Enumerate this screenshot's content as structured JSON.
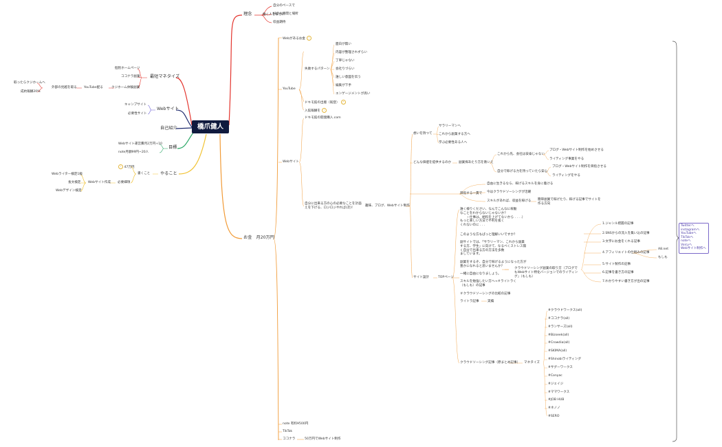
{
  "root": "橋爪健人",
  "colors": {
    "red": "#e3322b",
    "orange": "#f19a35",
    "purple": "#6b5fd6",
    "navy": "#1e2a6e",
    "green": "#2aa766",
    "yellow": "#f1c232"
  },
  "left": {
    "monetize": {
      "label": "最短マネタイズ",
      "items": [
        "個別ホームページ",
        "ココナラ副業",
        "クジホーム体験副業"
      ],
      "chain": [
        "YouTube配る",
        "外部の見越を取る"
      ],
      "tail": [
        "取ったらクジホームへ",
        "成約報酬20%"
      ]
    },
    "website": {
      "label": "Webサイト",
      "items": [
        "キャンプサイト",
        "必要性サイト"
      ]
    },
    "intro": {
      "label": "自己紹介"
    },
    "goal": {
      "label": "目標",
      "items": [
        "Webサイト運営費月2万円+10",
        "note月額99円~20人"
      ]
    },
    "todo": {
      "label": "やること",
      "items": [
        "47万円",
        "書くこと"
      ],
      "sub": "必要細項",
      "subsub": "Webサイト作成",
      "leaves": [
        "Webライター検定1級",
        "長文検定",
        "Webデザイン検定"
      ]
    }
  },
  "right": {
    "riso": {
      "label": "理念",
      "child": "働く人を幸せに",
      "leaves": [
        "自分のペースで",
        "好きな時間と場所",
        "収益期待"
      ]
    },
    "money": {
      "label": "お金　月20万円"
    },
    "top": {
      "label": "Webがあるお金"
    },
    "youtube": {
      "label": "YouTube",
      "pattern": "失敗するパターン",
      "patterns": [
        "面白が無い",
        "内容が整理されずらい",
        "丁寧じゃない",
        "会社りづらい",
        "誰しい意図を伝う",
        "編集が下手",
        "エンゲージメントが高い"
      ],
      "extra1": "ドキモ館の出版（既登）",
      "extra2": "入館報酬を"
    },
    "web": {
      "label": "Webサイト",
      "n1": "ドキモ館の開発購入.com",
      "n2": "自分に出来る方の心の必要なことを計画えを下げる、ロジロジやれば(次)！",
      "n3": "趣味、ブログ、Webサイト制作"
    },
    "mind": {
      "label": "想いを持つて",
      "items": [
        "サラリーマンへ",
        "これから副業する方へ",
        "学ぶ必要性ある人へ"
      ]
    },
    "how": {
      "label": "どんな価値を提供するのか",
      "sub": "副業探あたり方を教いえ",
      "a": "これから先、会社は安泰じゃない",
      "a1": "ブログ・Webサイト制作を始めさせる",
      "a2": "ライティング事業をやる",
      "b": "自分で稼げる力を持っていたら安心",
      "b1": "ブログ・Webサイト制作を目指させる",
      "b2": "ライティングをやる"
    },
    "voice": {
      "label": "目指する一貫で",
      "items": [
        "自由に生きるなら、稼げるスキルを身に着ける",
        "今はクラウドソーシングが活躍"
      ],
      "skill": "スキルがあれば、収益を稼げる",
      "skillres": "簡単副業で稼げたり、稼げる記事でサイトを作る方向"
    },
    "site": {
      "label": "サイト設計",
      "top": "TOPページ",
      "para1": "誰く様りください、なんでこんなに稼動\nなことをわからないじゃないか？\n　　・仕事は、給料を上げてないから . . . .）\nもっと楽しい方法で不利を抜く\nくれないのに . . .",
      "para2": "このような方もぱっと理解いいですか？",
      "para3": "副サイトでは、「サラリーマン、これから副業\nする方、学生」に向けて、なるべくストレス無\nく自分で出来る方の方法を多数\nましています。",
      "para4": "副業をするぞ、自分で稼げるようになった方が\n豊かになれると思いませんか？",
      "item1": "一緒に自由になりましょう。",
      "item2": "スキルを勉強したい方へ→＃ライトラく\n（もしも）の記事",
      "item3": "＃クラウドソーシングの比較の記事",
      "item4": "ライトラ記事",
      "item4b": "実績",
      "mid": "クラウドソーシング副業の取り方（ブログでもWebサイト特化バージョンでのライティング」（もしも）",
      "articles": [
        "1.ジャンル把握の記事",
        "2.SNSからの流入を集い込の記事",
        "3.文字にお金をくれる記事",
        "4.アフィリエイトの仕組みの記事",
        "5.サイト製作の記事",
        "6.記事を書き方の記事",
        "7.わかりやすい書き方が出の記事"
      ],
      "tail": [
        "A8.net",
        "もしも"
      ],
      "cw": "クラウドソーシング記事（原まとめ記事）",
      "cwsub": "マネタイズ",
      "services": [
        "#クラウドワークス(all)",
        "#ココナラ(all)",
        "#ランサーズ(all)",
        "#Bizseek(all)",
        "#Crowdia(all)",
        "#SKIMA(all)",
        "#Shinobiライティング",
        "#サグーワークス",
        "#Conyac",
        "#ジェイジ",
        "#ママワークス",
        "#JOB HUB",
        "#ネノノ",
        "#SERO"
      ]
    },
    "note": {
      "label": "note 有料¥500円"
    },
    "tiktok": {
      "label": "TikTok"
    },
    "coconala": {
      "label": "ココナラ",
      "sub": "50万円でWebサイト制作"
    }
  },
  "sns_box": [
    "Twitterへ",
    "instagramへ",
    "YouTubeへ",
    "TikTokへ",
    "noteへ",
    "Voicyへ",
    "Webサイト制作へ"
  ]
}
